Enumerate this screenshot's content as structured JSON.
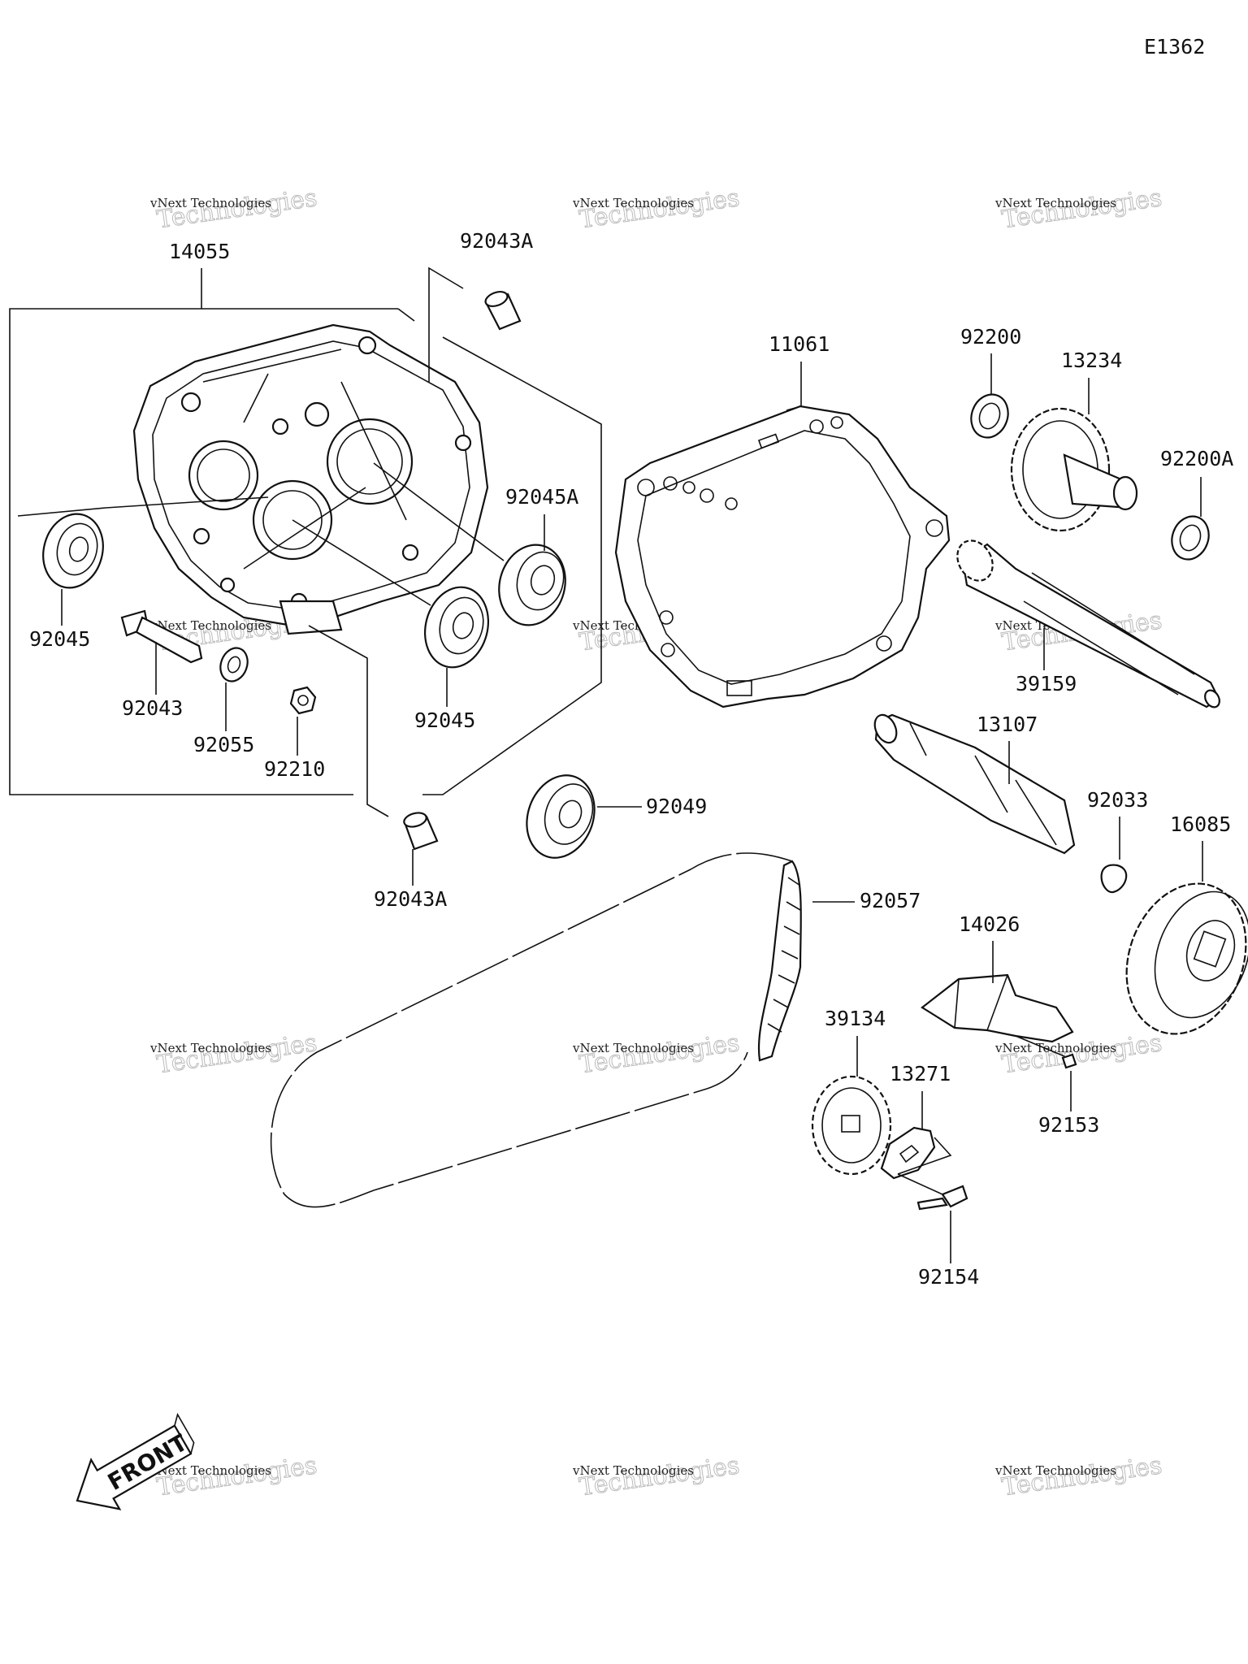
{
  "diagram_id": "E1362",
  "front_label": "FRONT",
  "watermark": {
    "line1": "vNext Technologies",
    "line2": "Technologies"
  },
  "parts": [
    {
      "id": "p14055",
      "number": "14055"
    },
    {
      "id": "p92043A_top",
      "number": "92043A"
    },
    {
      "id": "p11061",
      "number": "11061"
    },
    {
      "id": "p92200",
      "number": "92200"
    },
    {
      "id": "p13234",
      "number": "13234"
    },
    {
      "id": "p92200A",
      "number": "92200A"
    },
    {
      "id": "p92045A",
      "number": "92045A"
    },
    {
      "id": "p92045_left",
      "number": "92045"
    },
    {
      "id": "p92045_mid",
      "number": "92045"
    },
    {
      "id": "p92043",
      "number": "92043"
    },
    {
      "id": "p92055",
      "number": "92055"
    },
    {
      "id": "p92210",
      "number": "92210"
    },
    {
      "id": "p39159",
      "number": "39159"
    },
    {
      "id": "p13107",
      "number": "13107"
    },
    {
      "id": "p92049",
      "number": "92049"
    },
    {
      "id": "p92033",
      "number": "92033"
    },
    {
      "id": "p16085",
      "number": "16085"
    },
    {
      "id": "p92043A_bottom",
      "number": "92043A"
    },
    {
      "id": "p92057",
      "number": "92057"
    },
    {
      "id": "p14026",
      "number": "14026"
    },
    {
      "id": "p39134",
      "number": "39134"
    },
    {
      "id": "p13271",
      "number": "13271"
    },
    {
      "id": "p92153",
      "number": "92153"
    },
    {
      "id": "p92154",
      "number": "92154"
    }
  ]
}
